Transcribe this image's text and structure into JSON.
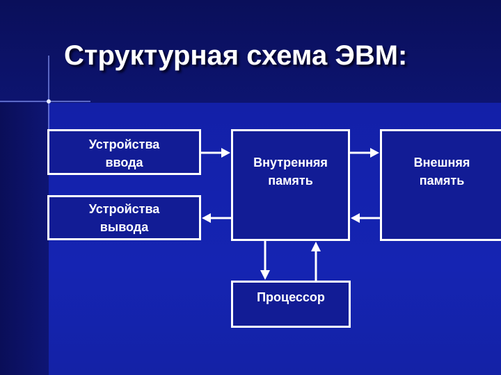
{
  "slide": {
    "title": "Структурная схема ЭВМ:"
  },
  "diagram": {
    "input_devices": [
      "Устройства",
      "ввода"
    ],
    "output_devices": [
      "Устройства",
      "вывода"
    ],
    "internal_memory": [
      "Внутренняя",
      "память"
    ],
    "external_memory": [
      "Внешняя",
      "память"
    ],
    "processor": "Процессор",
    "connections": [
      {
        "from": "input_devices",
        "to": "internal_memory"
      },
      {
        "from": "internal_memory",
        "to": "output_devices"
      },
      {
        "from": "internal_memory",
        "to": "external_memory"
      },
      {
        "from": "external_memory",
        "to": "internal_memory"
      },
      {
        "from": "internal_memory",
        "to": "processor"
      },
      {
        "from": "processor",
        "to": "internal_memory"
      }
    ]
  },
  "colors": {
    "background": "#0b1063",
    "panel": "#1320a8",
    "box_fill": "#121c95",
    "stroke": "#ffffff"
  }
}
